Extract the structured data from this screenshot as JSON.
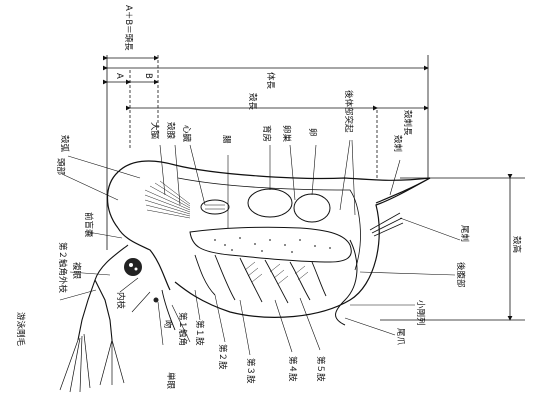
{
  "labels": {
    "ab_head": "A＋B＝頭長",
    "body_length": "体長",
    "shell_length": "殻長",
    "spine_length": "殻刺長",
    "a": "A",
    "b": "B",
    "head": "頭部",
    "fornix": "殻弧",
    "caecum": "前盲嚢",
    "antenna2": "第２触角外枝",
    "compound_eye": "複眼",
    "inner_branch": "内枝",
    "seta": "游泳剛毛",
    "ocellus": "単眼",
    "mouth": "吻",
    "antenna1": "第１触角",
    "leg1": "第１肢",
    "leg2": "第２肢",
    "leg3": "第３肢",
    "leg4": "第４肢",
    "leg5": "第５肢",
    "brain": "大脳",
    "maxillary_gland": "殻腺",
    "heart": "心臓",
    "gut": "腸",
    "brood": "育房",
    "ovary": "卵巣",
    "egg": "卵",
    "abd_process": "後体部突起",
    "shell_spine": "殻刺",
    "tail_seta": "尾刺",
    "postabdomen": "後腹部",
    "claw": "尾爪",
    "denticles": "小剛列",
    "shell_height": "殻高"
  }
}
